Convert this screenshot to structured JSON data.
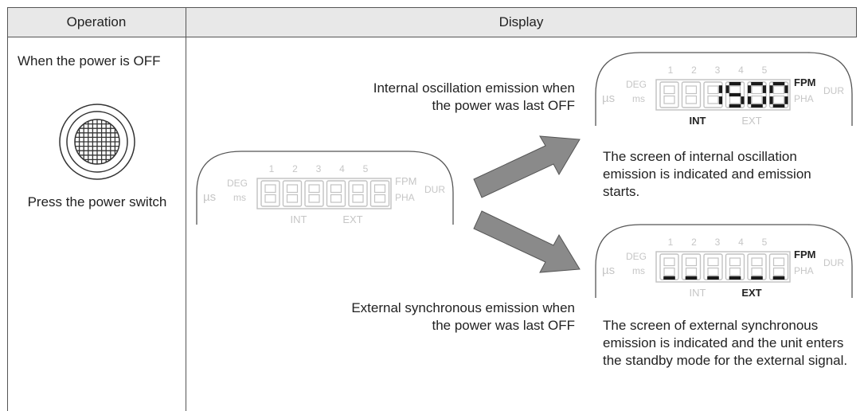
{
  "header": {
    "operation_label": "Operation",
    "display_label": "Display"
  },
  "operation": {
    "state_text": "When the power is OFF",
    "instruction_text": "Press the power switch",
    "switch_icon": "power-switch-icon"
  },
  "display": {
    "center_panel": {
      "position_labels": [
        "1",
        "2",
        "3",
        "4",
        "5"
      ],
      "unit_labels": [
        "µs",
        "DEG",
        "ms",
        "FPM",
        "PHA",
        "DUR"
      ],
      "mode_labels": [
        "INT",
        "EXT"
      ],
      "digits": "888888"
    },
    "internal": {
      "caption": "Internal oscillation emission when the power was last OFF",
      "description": "The screen of internal oscillation emission is indicated  and emission starts.",
      "value": "1500",
      "active_unit": "FPM",
      "active_mode": "INT"
    },
    "external": {
      "caption": "External synchronous emission when the power was last OFF",
      "description": "The screen of external synchronous emission is indicated  and the unit enters the standby mode for the external signal.",
      "value": "------",
      "active_unit": "FPM",
      "active_mode": "EXT"
    }
  }
}
